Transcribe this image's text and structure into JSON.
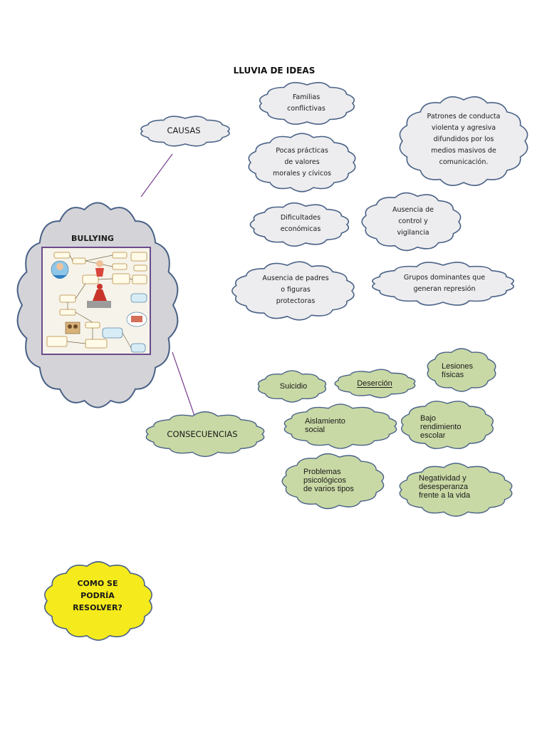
{
  "title": "LLUVIA DE IDEAS",
  "central": {
    "label": "BULLYING",
    "image_alt": "mapa conceptual del bullying"
  },
  "causes": {
    "label": "CAUSAS",
    "items": [
      "Familias\nconflictivas",
      "Patrones de conducta\nviolenta y agresiva\ndifundidos por los\nmedios masivos de\ncomunicación.",
      "Pocas prácticas\nde valores\nmorales y cívicos",
      "Dificultades\neconómicas",
      "Ausencia de\ncontrol y\nvigilancia",
      "Ausencia de padres\no figuras\nprotectoras",
      "Grupos dominantes que\ngeneran represión"
    ]
  },
  "consequences": {
    "label": "CONSECUENCIAS",
    "items": [
      "Suicidio",
      "Deserción",
      "Lesiones\nfísicas",
      "Aislamiento\nsocial",
      "Bajo\nrendimiento\nescolar",
      "Problemas\npsicológicos\nde varios tipos",
      "Negatividad y\ndesesperanza\nfrente a la vida"
    ]
  },
  "question": "COMO SE\nPODRÍA\nRESOLVER?",
  "colors": {
    "cloud_fill": "#ededef",
    "central_fill": "#d4d4d8",
    "cloud_stroke": "#4a6287",
    "consequence_fill": "#c9d9a5",
    "question_fill": "#f5ea1c",
    "connector": "#7a3f8f"
  }
}
